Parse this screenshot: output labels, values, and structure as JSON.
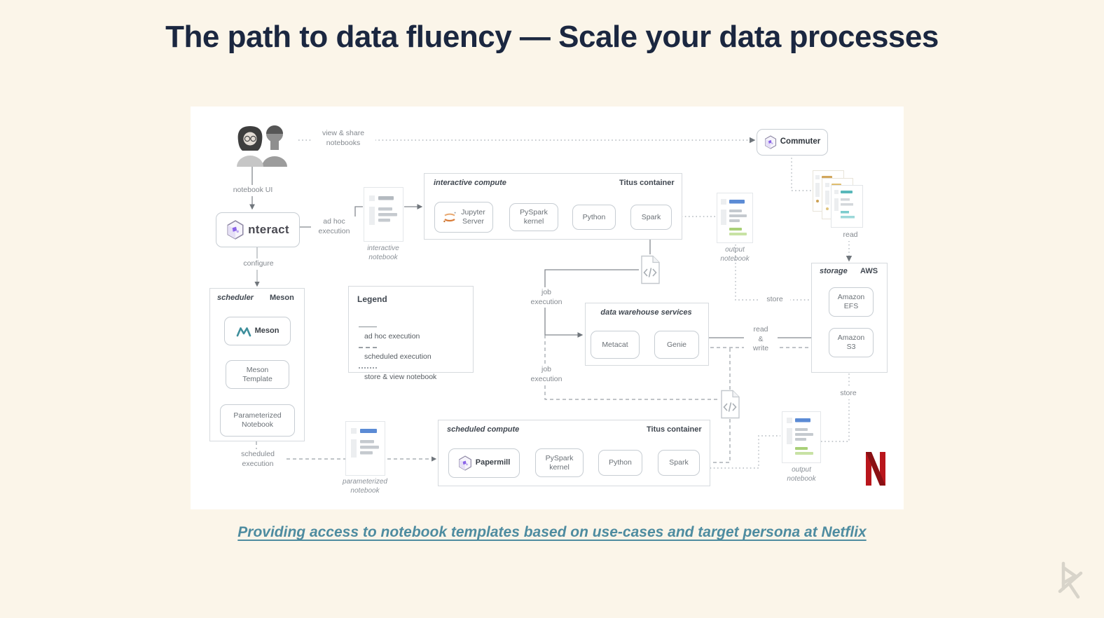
{
  "slide": {
    "title": "The path to data fluency — Scale your data processes",
    "caption": "Providing access to notebook templates based on use-cases and target persona at Netflix"
  },
  "colors": {
    "page_background": "#FBF5E9",
    "title_text": "#1B2740",
    "caption_link": "#4E8CA0",
    "netflix_red": "#B9161C",
    "logo_purple": "#8A63E8",
    "jupyter_orange": "#D97C38",
    "meson_teal": "#3D8E9B",
    "notebook_blue": "#5B8BD5",
    "notebook_green": "#B7D98B"
  },
  "edges": {
    "view_share": "view & share\nnotebooks",
    "notebook_ui": "notebook UI",
    "ad_hoc": "ad hoc\nexecution",
    "configure": "configure",
    "scheduled_execution": "scheduled\nexecution",
    "job_execution_top": "job\nexecution",
    "job_execution_bottom": "job\nexecution",
    "read_top": "read",
    "store_top": "store",
    "store_bottom": "store",
    "read_write": "read\n&\nwrite"
  },
  "groups": {
    "interactive_compute": {
      "label": "interactive compute",
      "badge": "Titus container"
    },
    "scheduled_compute": {
      "label": "scheduled compute",
      "badge": "Titus container"
    },
    "scheduler": {
      "label": "scheduler",
      "badge": "Meson"
    },
    "data_warehouse": {
      "label": "data warehouse services"
    },
    "storage": {
      "label": "storage",
      "badge": "AWS"
    }
  },
  "nodes": {
    "commuter": "Commuter",
    "nteract": "nteract",
    "jupyter_server": "Jupyter\nServer",
    "pyspark_kernel_top": "PySpark\nkernel",
    "python_top": "Python",
    "spark_top": "Spark",
    "metacat": "Metacat",
    "genie": "Genie",
    "amazon_efs": "Amazon\nEFS",
    "amazon_s3": "Amazon\nS3",
    "meson": "Meson",
    "meson_template": "Meson\nTemplate",
    "parameterized_notebook": "Parameterized\nNotebook",
    "papermill": "Papermill",
    "pyspark_kernel_bottom": "PySpark\nkernel",
    "python_bottom": "Python",
    "spark_bottom": "Spark"
  },
  "notebooks": {
    "interactive": "interactive\nnotebook",
    "parameterized": "parameterized\nnotebook",
    "output_top": "output\nnotebook",
    "output_bottom": "output\nnotebook"
  },
  "legend": {
    "title": "Legend",
    "items": [
      {
        "line": "solid",
        "label": "ad hoc execution"
      },
      {
        "line": "dashed",
        "label": "scheduled execution"
      },
      {
        "line": "dotted",
        "label": "store & view notebook"
      }
    ]
  }
}
